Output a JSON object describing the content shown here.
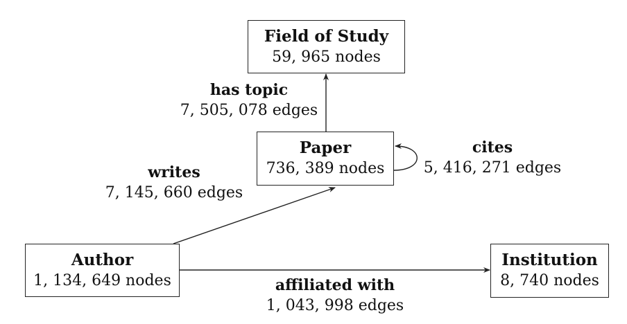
{
  "nodes": {
    "field_of_study": {
      "title": "Field of Study",
      "count": "59, 965 nodes"
    },
    "paper": {
      "title": "Paper",
      "count": "736, 389 nodes"
    },
    "author": {
      "title": "Author",
      "count": "1, 134, 649 nodes"
    },
    "institution": {
      "title": "Institution",
      "count": "8, 740 nodes"
    }
  },
  "edges": {
    "has_topic": {
      "label": "has topic",
      "count": "7, 505, 078 edges"
    },
    "cites": {
      "label": "cites",
      "count": "5, 416, 271 edges"
    },
    "writes": {
      "label": "writes",
      "count": "7, 145, 660 edges"
    },
    "affiliated_with": {
      "label": "affiliated with",
      "count": "1, 043, 998 edges"
    }
  }
}
